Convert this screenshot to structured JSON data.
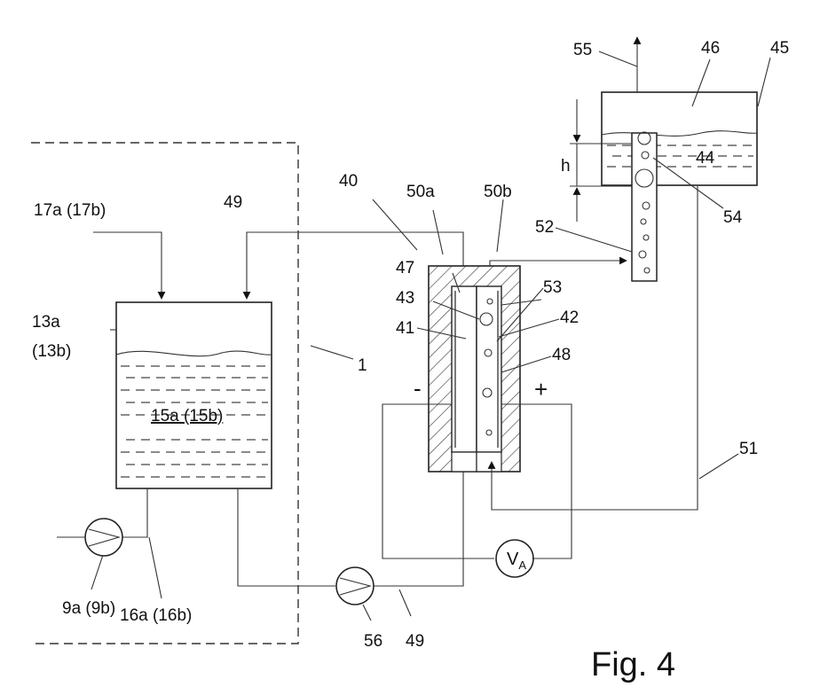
{
  "figure": {
    "caption": "Fig. 4",
    "labels": {
      "l1": "1",
      "l9": "9a (9b)",
      "l13a": "13a",
      "l13b": "(13b)",
      "l15": "15a (15b)",
      "l16": "16a (16b)",
      "l17": "17a (17b)",
      "l40": "40",
      "l41": "41",
      "l42": "42",
      "l43": "43",
      "l44": "44",
      "l45": "45",
      "l46": "46",
      "l47": "47",
      "l48": "48",
      "l49a": "49",
      "l49b": "49",
      "l50a": "50a",
      "l50b": "50b",
      "l51": "51",
      "l52": "52",
      "l53": "53",
      "l54": "54",
      "l55": "55",
      "l56": "56",
      "lh": "h"
    },
    "voltmeter": {
      "v": "V",
      "sub": "A"
    },
    "polarity": {
      "minus": "-",
      "plus": "+"
    }
  }
}
